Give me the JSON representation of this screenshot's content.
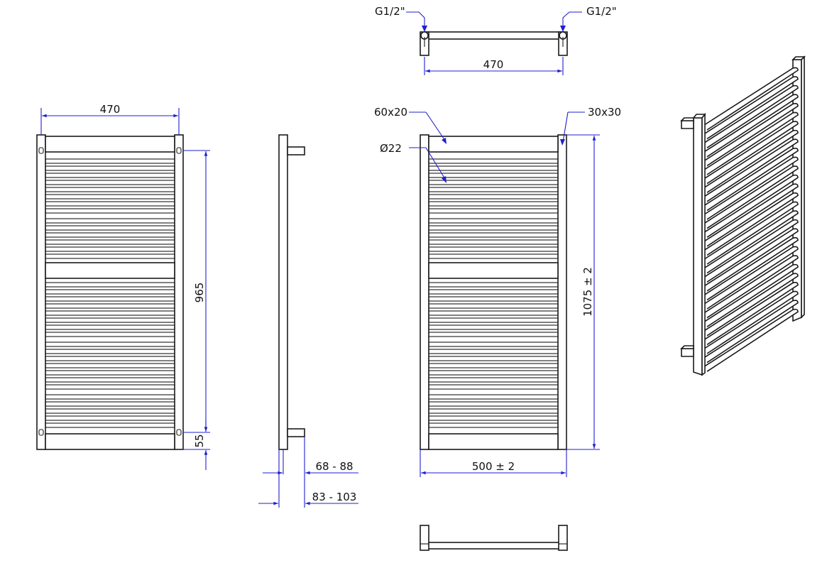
{
  "labels": {
    "width_470_front": "470",
    "height_965": "965",
    "offset_55": "55",
    "depth_68_88": "68 - 88",
    "depth_83_103": "83 - 103",
    "conn_left": "G1/2\"",
    "conn_right": "G1/2\"",
    "width_470_top": "470",
    "tube_60x20": "60x20",
    "tube_d22": "Ø22",
    "post_30x30": "30x30",
    "height_1075": "1075 ± 2",
    "width_500": "500  ± 2"
  },
  "colors": {
    "line": "#1a1a1a",
    "dimension": "#1f1fd0"
  }
}
